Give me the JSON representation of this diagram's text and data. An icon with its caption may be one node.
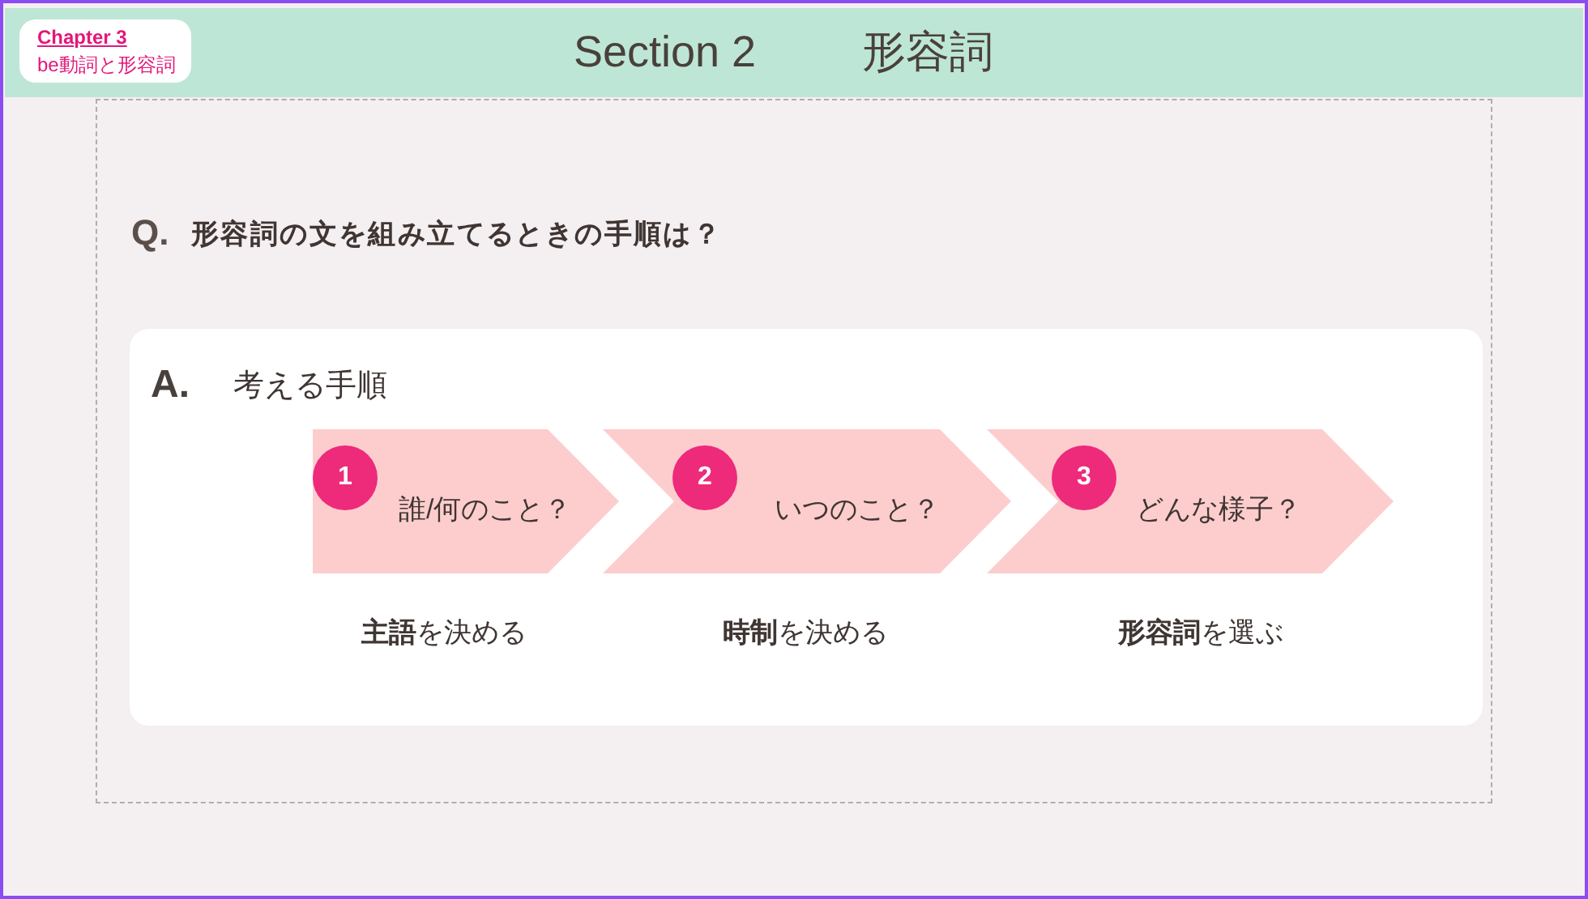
{
  "diagram": {
    "nodes": [
      {
        "text": [
          "Section 2",
          "形容詞"
        ]
      },
      {
        "text": [
          "Chapter 3",
          "be動詞と形容詞"
        ],
        "in": 0
      },
      {
        "text": [
          "Q.",
          "形容詞の文を組み立てるときの手順は？"
        ]
      },
      {
        "text": [
          "A.",
          "考える手順"
        ],
        "in": 2
      },
      {
        "text": [
          "誰/何のこと？"
        ],
        "in": 3,
        "beside": [
          "**主語**を決める"
        ]
      },
      {
        "text": [
          "1"
        ],
        "in": 4
      },
      {
        "text": [
          "いつのこと？"
        ],
        "in": 3,
        "beside": [
          "**時制**を決める"
        ]
      },
      {
        "text": [
          "2"
        ],
        "in": 6
      },
      {
        "text": [
          "どんな様子？"
        ],
        "in": 3,
        "beside": [
          "**形容詞**を選ぶ"
        ]
      },
      {
        "text": [
          "3"
        ],
        "in": 8
      }
    ]
  }
}
